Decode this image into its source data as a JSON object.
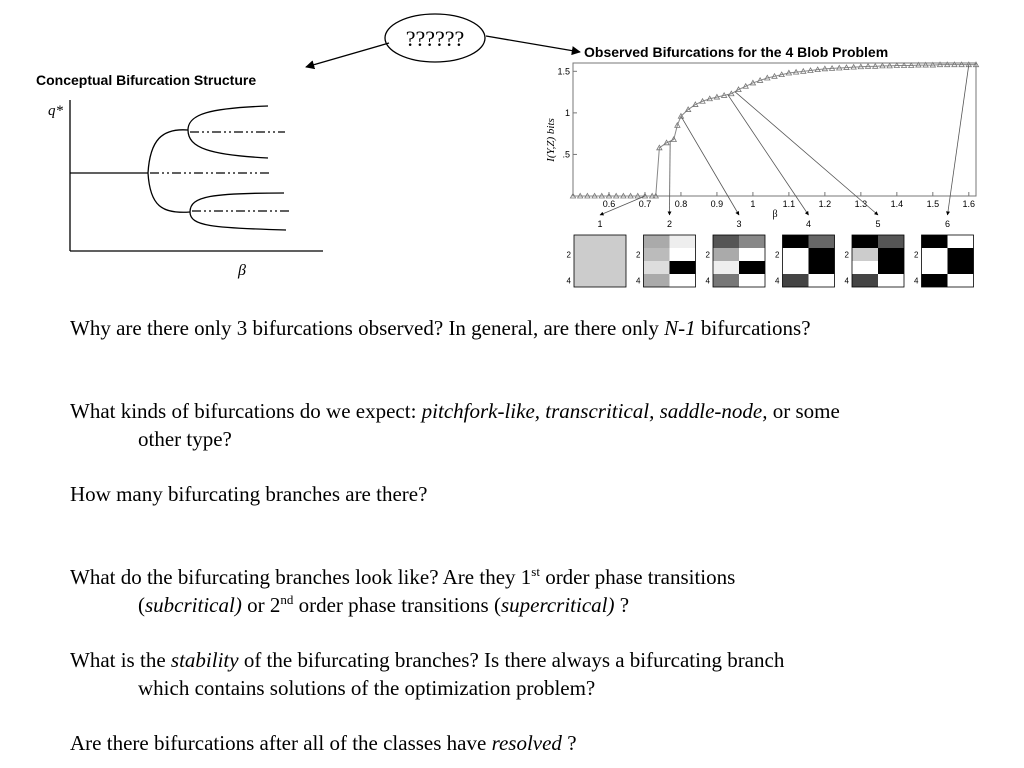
{
  "bubble": {
    "text": "??????"
  },
  "left_figure": {
    "title": "Conceptual Bifurcation Structure",
    "y_label": "q*",
    "x_label": "β"
  },
  "chart_data": {
    "type": "line",
    "title": "Observed Bifurcations for the 4 Blob Problem",
    "xlabel": "β",
    "ylabel": "I(Y,Z) bits",
    "xlim": [
      0.5,
      1.62
    ],
    "ylim": [
      0,
      1.6
    ],
    "x_ticks": [
      "0.6",
      "0.7",
      "0.8",
      "0.9",
      "1",
      "1.1",
      "1.2",
      "1.3",
      "1.4",
      "1.5",
      "1.6"
    ],
    "y_ticks": [
      ".5",
      "1",
      "1.5"
    ],
    "marker": "triangle",
    "x": [
      0.5,
      0.52,
      0.54,
      0.56,
      0.58,
      0.6,
      0.62,
      0.64,
      0.66,
      0.68,
      0.7,
      0.72,
      0.73,
      0.74,
      0.76,
      0.78,
      0.79,
      0.8,
      0.82,
      0.84,
      0.86,
      0.88,
      0.9,
      0.92,
      0.94,
      0.96,
      0.98,
      1.0,
      1.02,
      1.04,
      1.06,
      1.08,
      1.1,
      1.12,
      1.14,
      1.16,
      1.18,
      1.2,
      1.22,
      1.24,
      1.26,
      1.28,
      1.3,
      1.32,
      1.34,
      1.36,
      1.38,
      1.4,
      1.42,
      1.44,
      1.46,
      1.48,
      1.5,
      1.52,
      1.54,
      1.56,
      1.58,
      1.6,
      1.62
    ],
    "y": [
      0,
      0,
      0,
      0,
      0,
      0,
      0,
      0,
      0,
      0,
      0,
      0,
      0,
      0.58,
      0.64,
      0.68,
      0.85,
      0.96,
      1.04,
      1.1,
      1.14,
      1.17,
      1.19,
      1.21,
      1.23,
      1.28,
      1.32,
      1.36,
      1.39,
      1.42,
      1.44,
      1.46,
      1.48,
      1.49,
      1.5,
      1.51,
      1.52,
      1.53,
      1.535,
      1.54,
      1.545,
      1.55,
      1.555,
      1.56,
      1.56,
      1.565,
      1.565,
      1.57,
      1.57,
      1.57,
      1.575,
      1.575,
      1.575,
      1.58,
      1.58,
      1.58,
      1.58,
      1.58,
      1.58
    ],
    "panels": [
      {
        "label": "1",
        "beta": 0.7
      },
      {
        "label": "2",
        "beta": 0.77
      },
      {
        "label": "3",
        "beta": 0.8
      },
      {
        "label": "4",
        "beta": 0.93
      },
      {
        "label": "5",
        "beta": 0.95
      },
      {
        "label": "6",
        "beta": 1.6
      }
    ],
    "panel_axis_labels": [
      "2",
      "4"
    ]
  },
  "questions": [
    {
      "parts": [
        {
          "t": "Why are there only 3 bifurcations observed?  In general, are there only "
        },
        {
          "t": "N-1",
          "i": true
        },
        {
          "t": " bifurcations?"
        }
      ],
      "cont": []
    },
    {
      "parts": [
        {
          "t": "What kinds of bifurcations do we expect: "
        },
        {
          "t": "pitchfork-like, transcritical, saddle-node,",
          "i": true
        },
        {
          "t": " or some"
        }
      ],
      "cont": [
        {
          "t": "other type?"
        }
      ]
    },
    {
      "parts": [
        {
          "t": "How many bifurcating branches are there?"
        }
      ],
      "cont": []
    },
    {
      "parts": [
        {
          "t": "What do the bifurcating branches look like?   Are they 1"
        },
        {
          "t": "st",
          "s": true
        },
        {
          "t": " order phase transitions"
        }
      ],
      "cont": [
        {
          "t": "("
        },
        {
          "t": "subcritical)",
          "i": true
        },
        {
          "t": " or  2"
        },
        {
          "t": "nd",
          "s": true
        },
        {
          "t": " order phase transitions ("
        },
        {
          "t": "supercritical)",
          "i": true
        },
        {
          "t": " ?"
        }
      ]
    },
    {
      "parts": [
        {
          "t": "What is the "
        },
        {
          "t": "stability",
          "i": true
        },
        {
          "t": " of the bifurcating branches?    Is there always a bifurcating branch"
        }
      ],
      "cont": [
        {
          "t": "which contains solutions of the optimization problem?"
        }
      ]
    },
    {
      "parts": [
        {
          "t": "Are there bifurcations after all of the classes have "
        },
        {
          "t": "resolved",
          "i": true
        },
        {
          "t": " ?"
        }
      ],
      "cont": []
    }
  ]
}
